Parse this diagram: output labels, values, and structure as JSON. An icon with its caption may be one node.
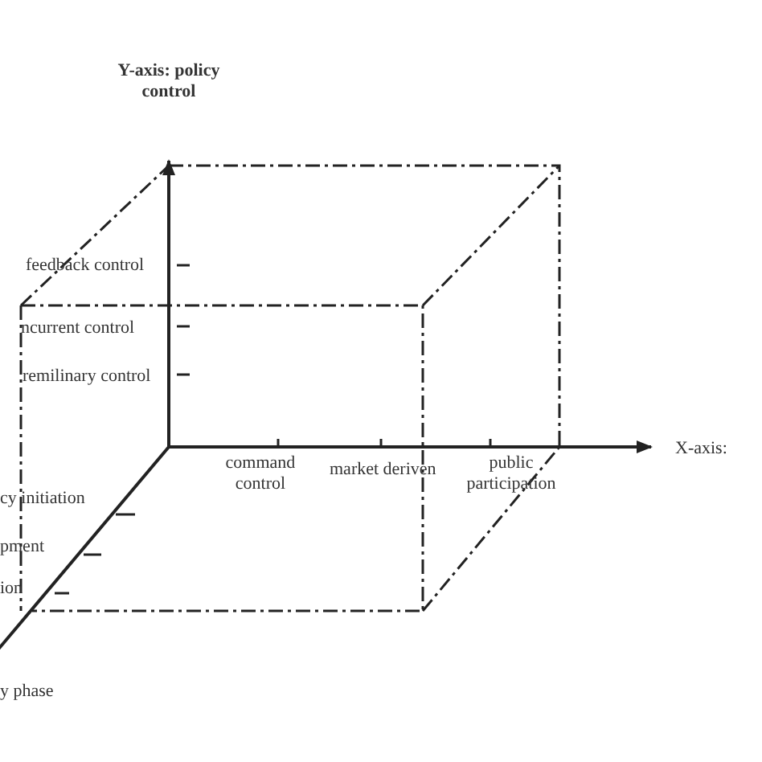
{
  "diagram": {
    "labels": [
      "Y-axis: policy control",
      "feedback control",
      "ncurrent control",
      "remilinary control",
      "command control",
      "market deriven",
      "public participation",
      "X-axis:",
      "cy initiation",
      "pment",
      "ion",
      "y phase"
    ]
  }
}
